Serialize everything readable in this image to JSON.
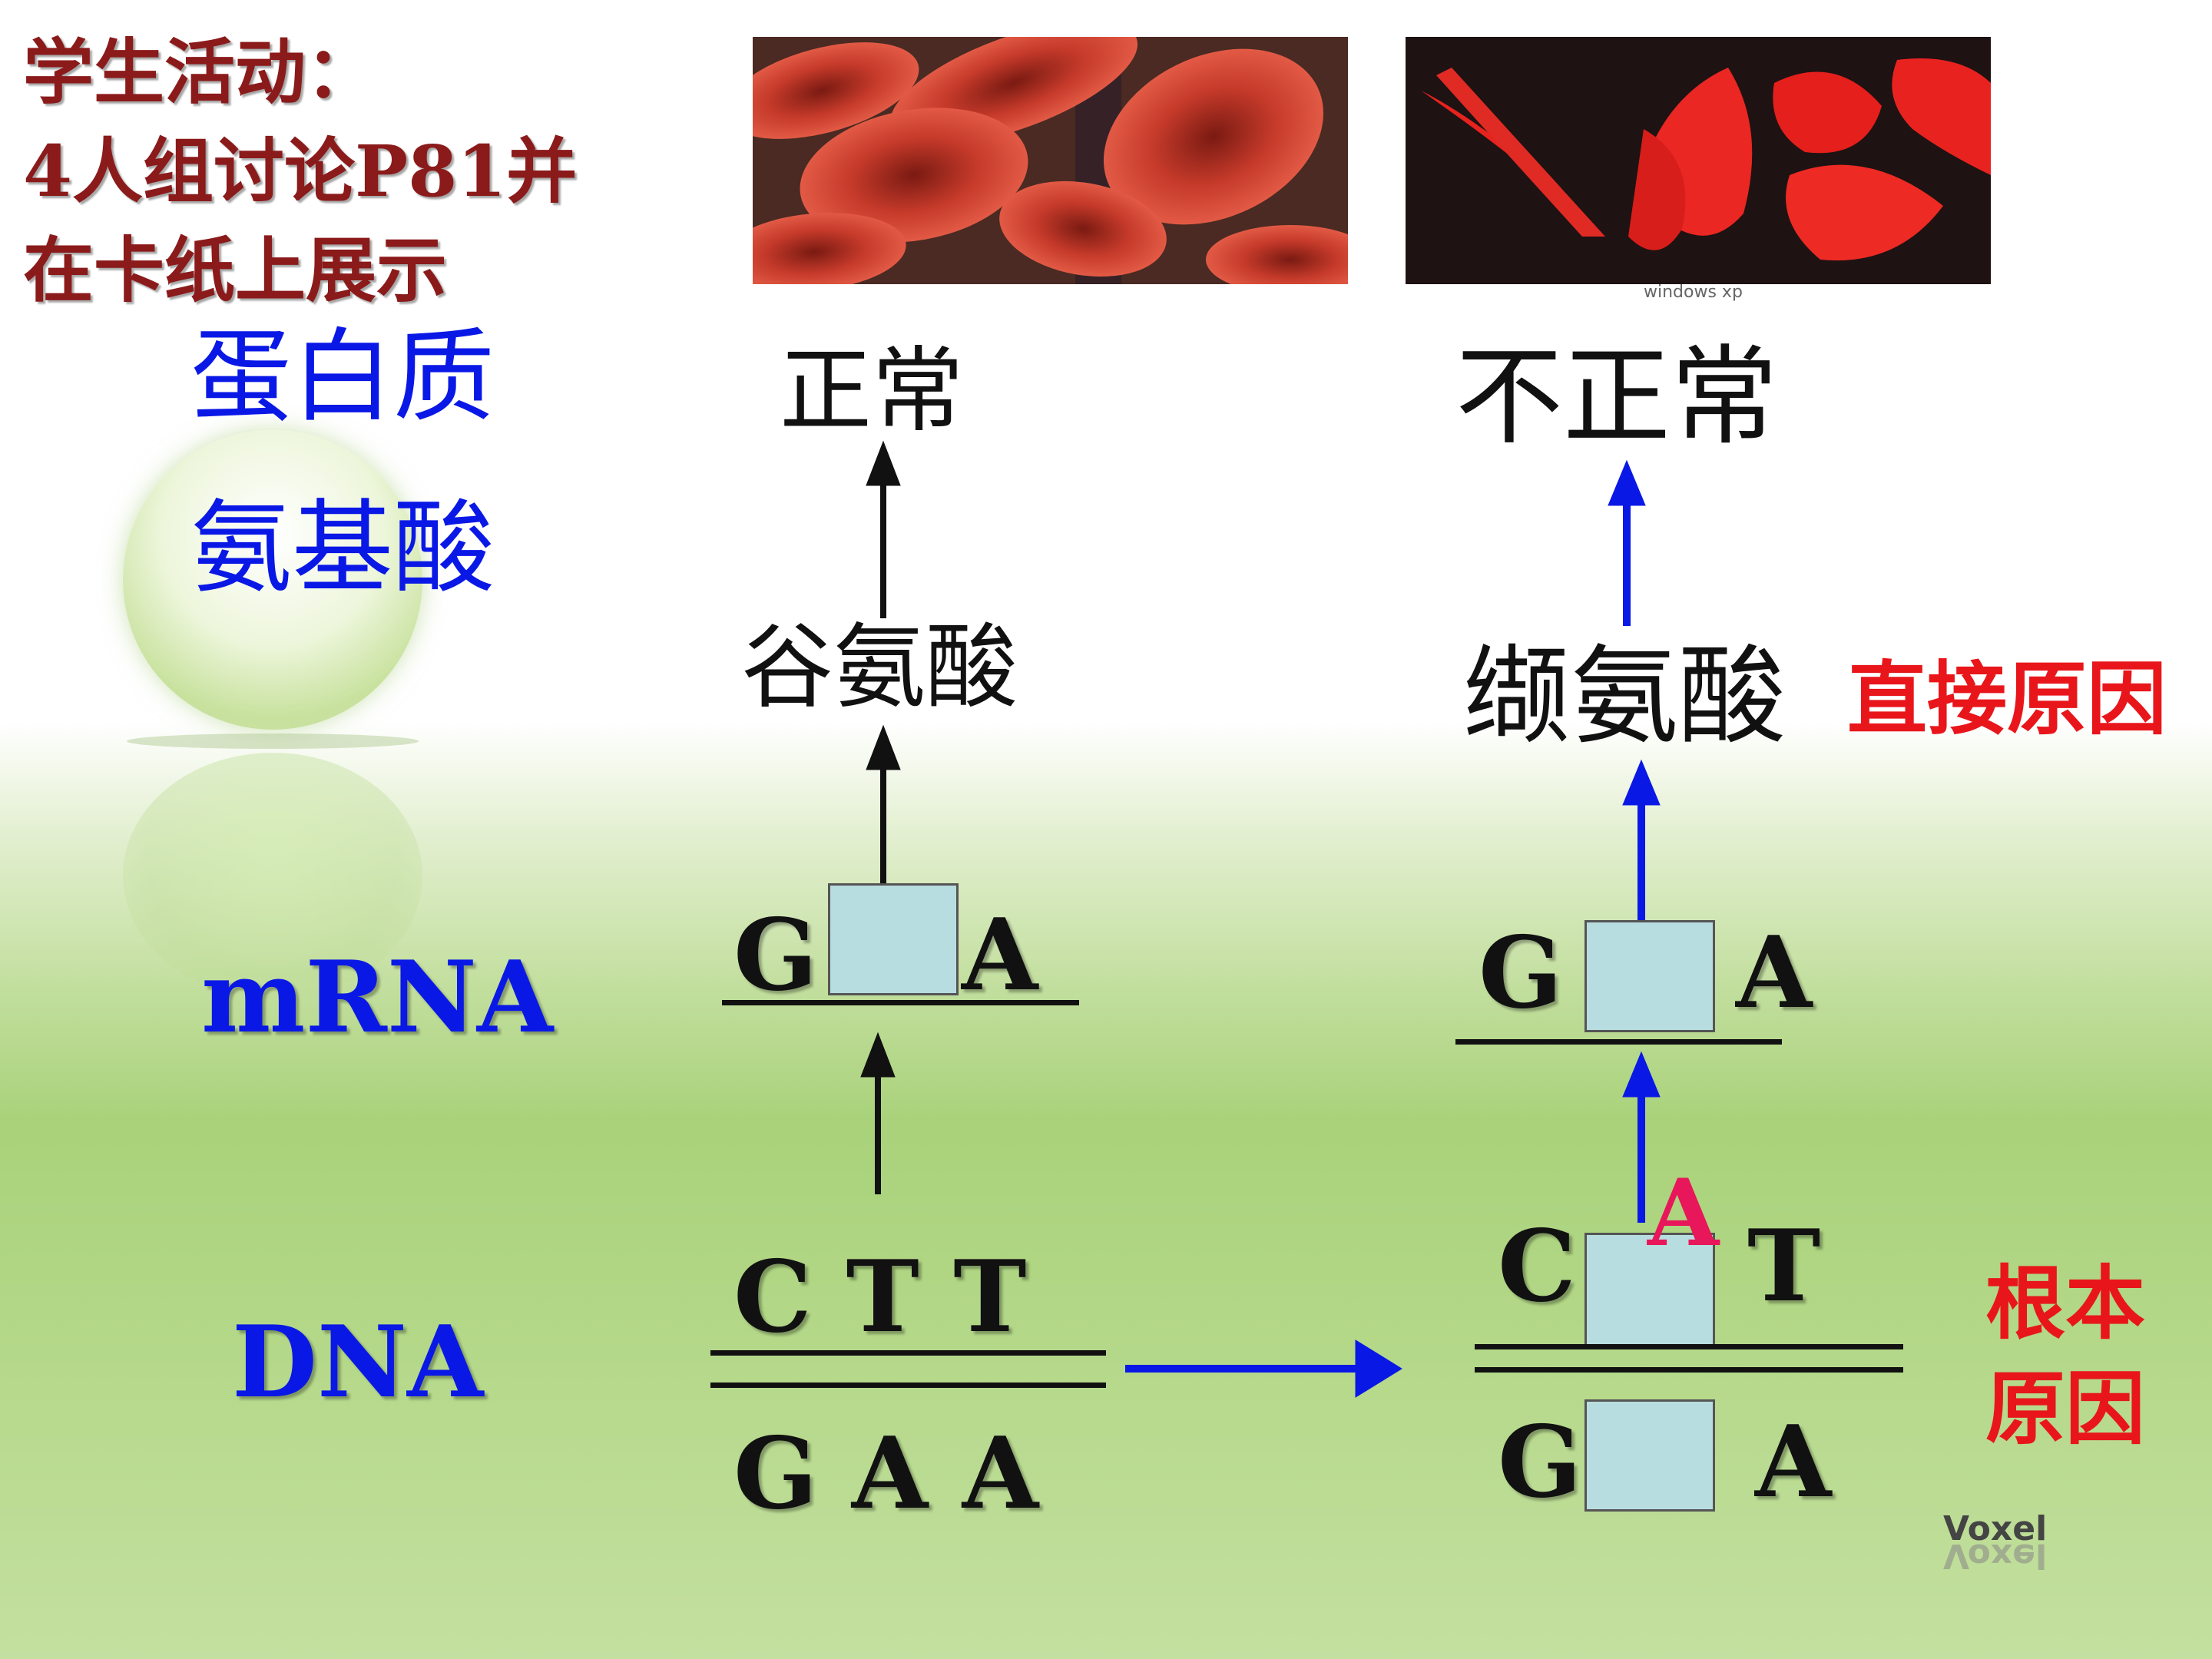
{
  "header": {
    "title_lines": [
      "学生活动：",
      "4人组讨论P81并",
      "在卡纸上展示"
    ]
  },
  "photos": {
    "watermark": "windows xp"
  },
  "row_labels": {
    "protein": "蛋白质",
    "amino_acid": "氨基酸",
    "mrna": "mRNA",
    "dna": "DNA"
  },
  "normal": {
    "status": "正常",
    "amino_acid": "谷氨酸",
    "mrna_left": "G",
    "mrna_right": "A",
    "dna_top": "C T T",
    "dna_bottom": "G A A"
  },
  "abnormal": {
    "status": "不正常",
    "amino_acid": "缬氨酸",
    "mrna_left": "G",
    "mrna_right": "A",
    "dna_top_left": "C",
    "dna_top_right": "T",
    "dna_mutation": "A",
    "dna_bottom_left": "G",
    "dna_bottom_right": "A"
  },
  "causes": {
    "direct": "直接原因",
    "root_line1": "根本",
    "root_line2": "原因"
  },
  "logo": "Voxel",
  "colors": {
    "title": "#8b1a1a",
    "label_blue": "#0a18e6",
    "cause_red": "#e8161b",
    "mutation": "#e8165a",
    "box_fill": "#b8dde0"
  },
  "icons": [
    "arrow-up-icon",
    "arrow-right-icon"
  ]
}
